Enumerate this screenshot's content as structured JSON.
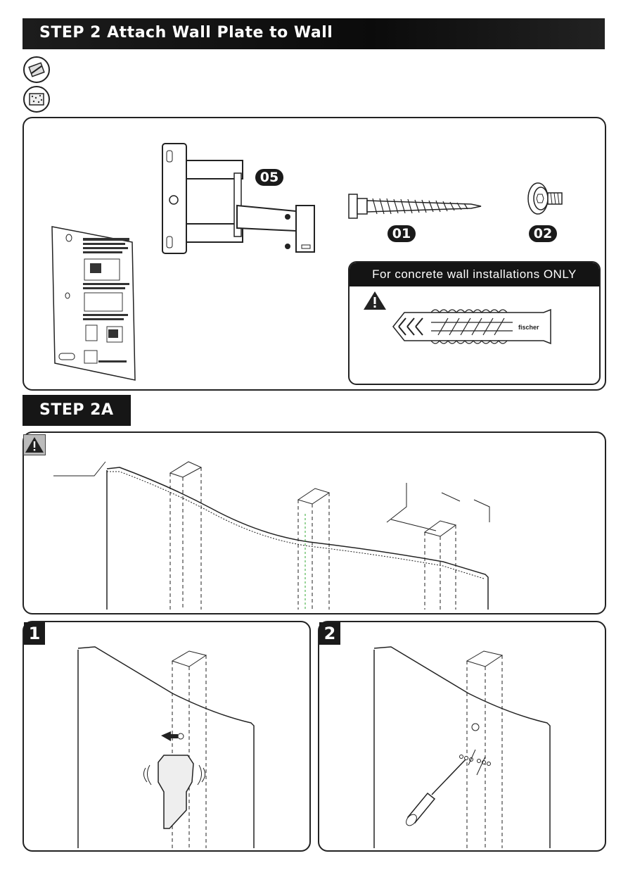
{
  "header": {
    "title": "STEP 2 Attach Wall Plate to Wall"
  },
  "parts": {
    "bracket_label": "05",
    "wood_screw_label": "01",
    "bolt_label": "02",
    "anchor_brand": "fischer"
  },
  "concrete": {
    "title": "For concrete wall installations ONLY"
  },
  "step2a": {
    "title": "STEP 2A"
  },
  "steps": {
    "one": "1",
    "two": "2"
  }
}
